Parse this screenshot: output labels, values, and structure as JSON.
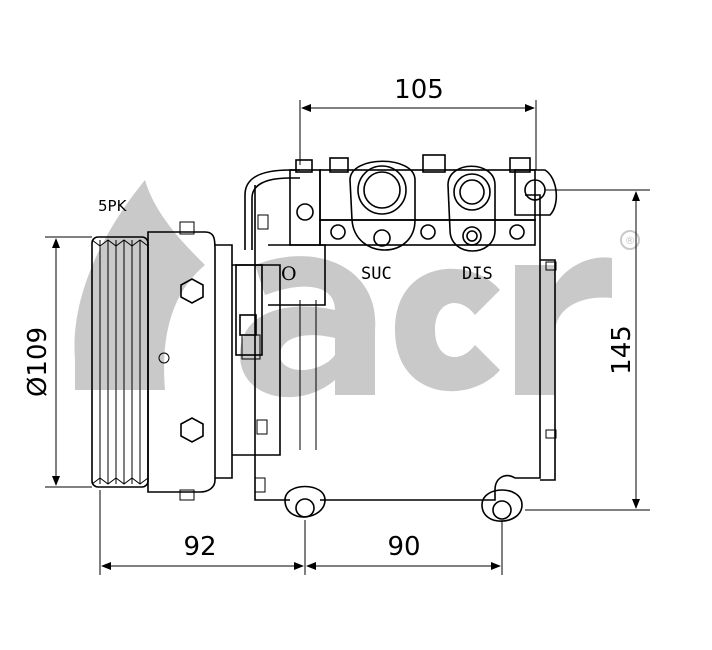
{
  "watermark": {
    "brand": "acr",
    "registered_mark": "®",
    "color": "#c9c9c9"
  },
  "dimensions": {
    "top_width": "105",
    "right_height": "145",
    "pulley_diameter": "Ø109",
    "bottom_left": "92",
    "bottom_right": "90"
  },
  "labels": {
    "belt": "5PK",
    "suction": "SUC",
    "discharge": "DIS",
    "o_port": "O"
  }
}
